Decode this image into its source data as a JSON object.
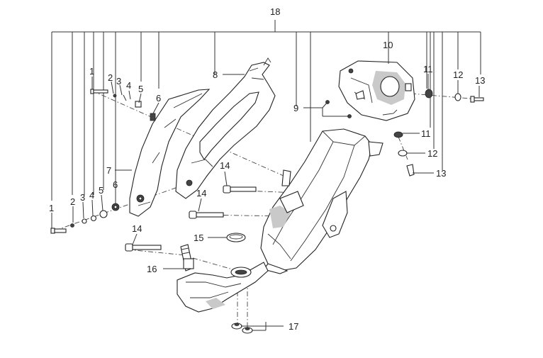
{
  "callouts": {
    "c1a": "1",
    "c1b": "1",
    "c2a": "2",
    "c2b": "2",
    "c3a": "3",
    "c3b": "3",
    "c4a": "4",
    "c4b": "4",
    "c5a": "5",
    "c5b": "5",
    "c6a": "6",
    "c6b": "6",
    "c7": "7",
    "c8": "8",
    "c9": "9",
    "c10": "10",
    "c11a": "11",
    "c11b": "11",
    "c12a": "12",
    "c12b": "12",
    "c13a": "13",
    "c13b": "13",
    "c14a": "14",
    "c14b": "14",
    "c14c": "14",
    "c15": "15",
    "c16": "16",
    "c17": "17",
    "c18": "18"
  },
  "colors": {
    "line": "#222222",
    "shade": "#c9c9c9",
    "background": "#ffffff"
  }
}
